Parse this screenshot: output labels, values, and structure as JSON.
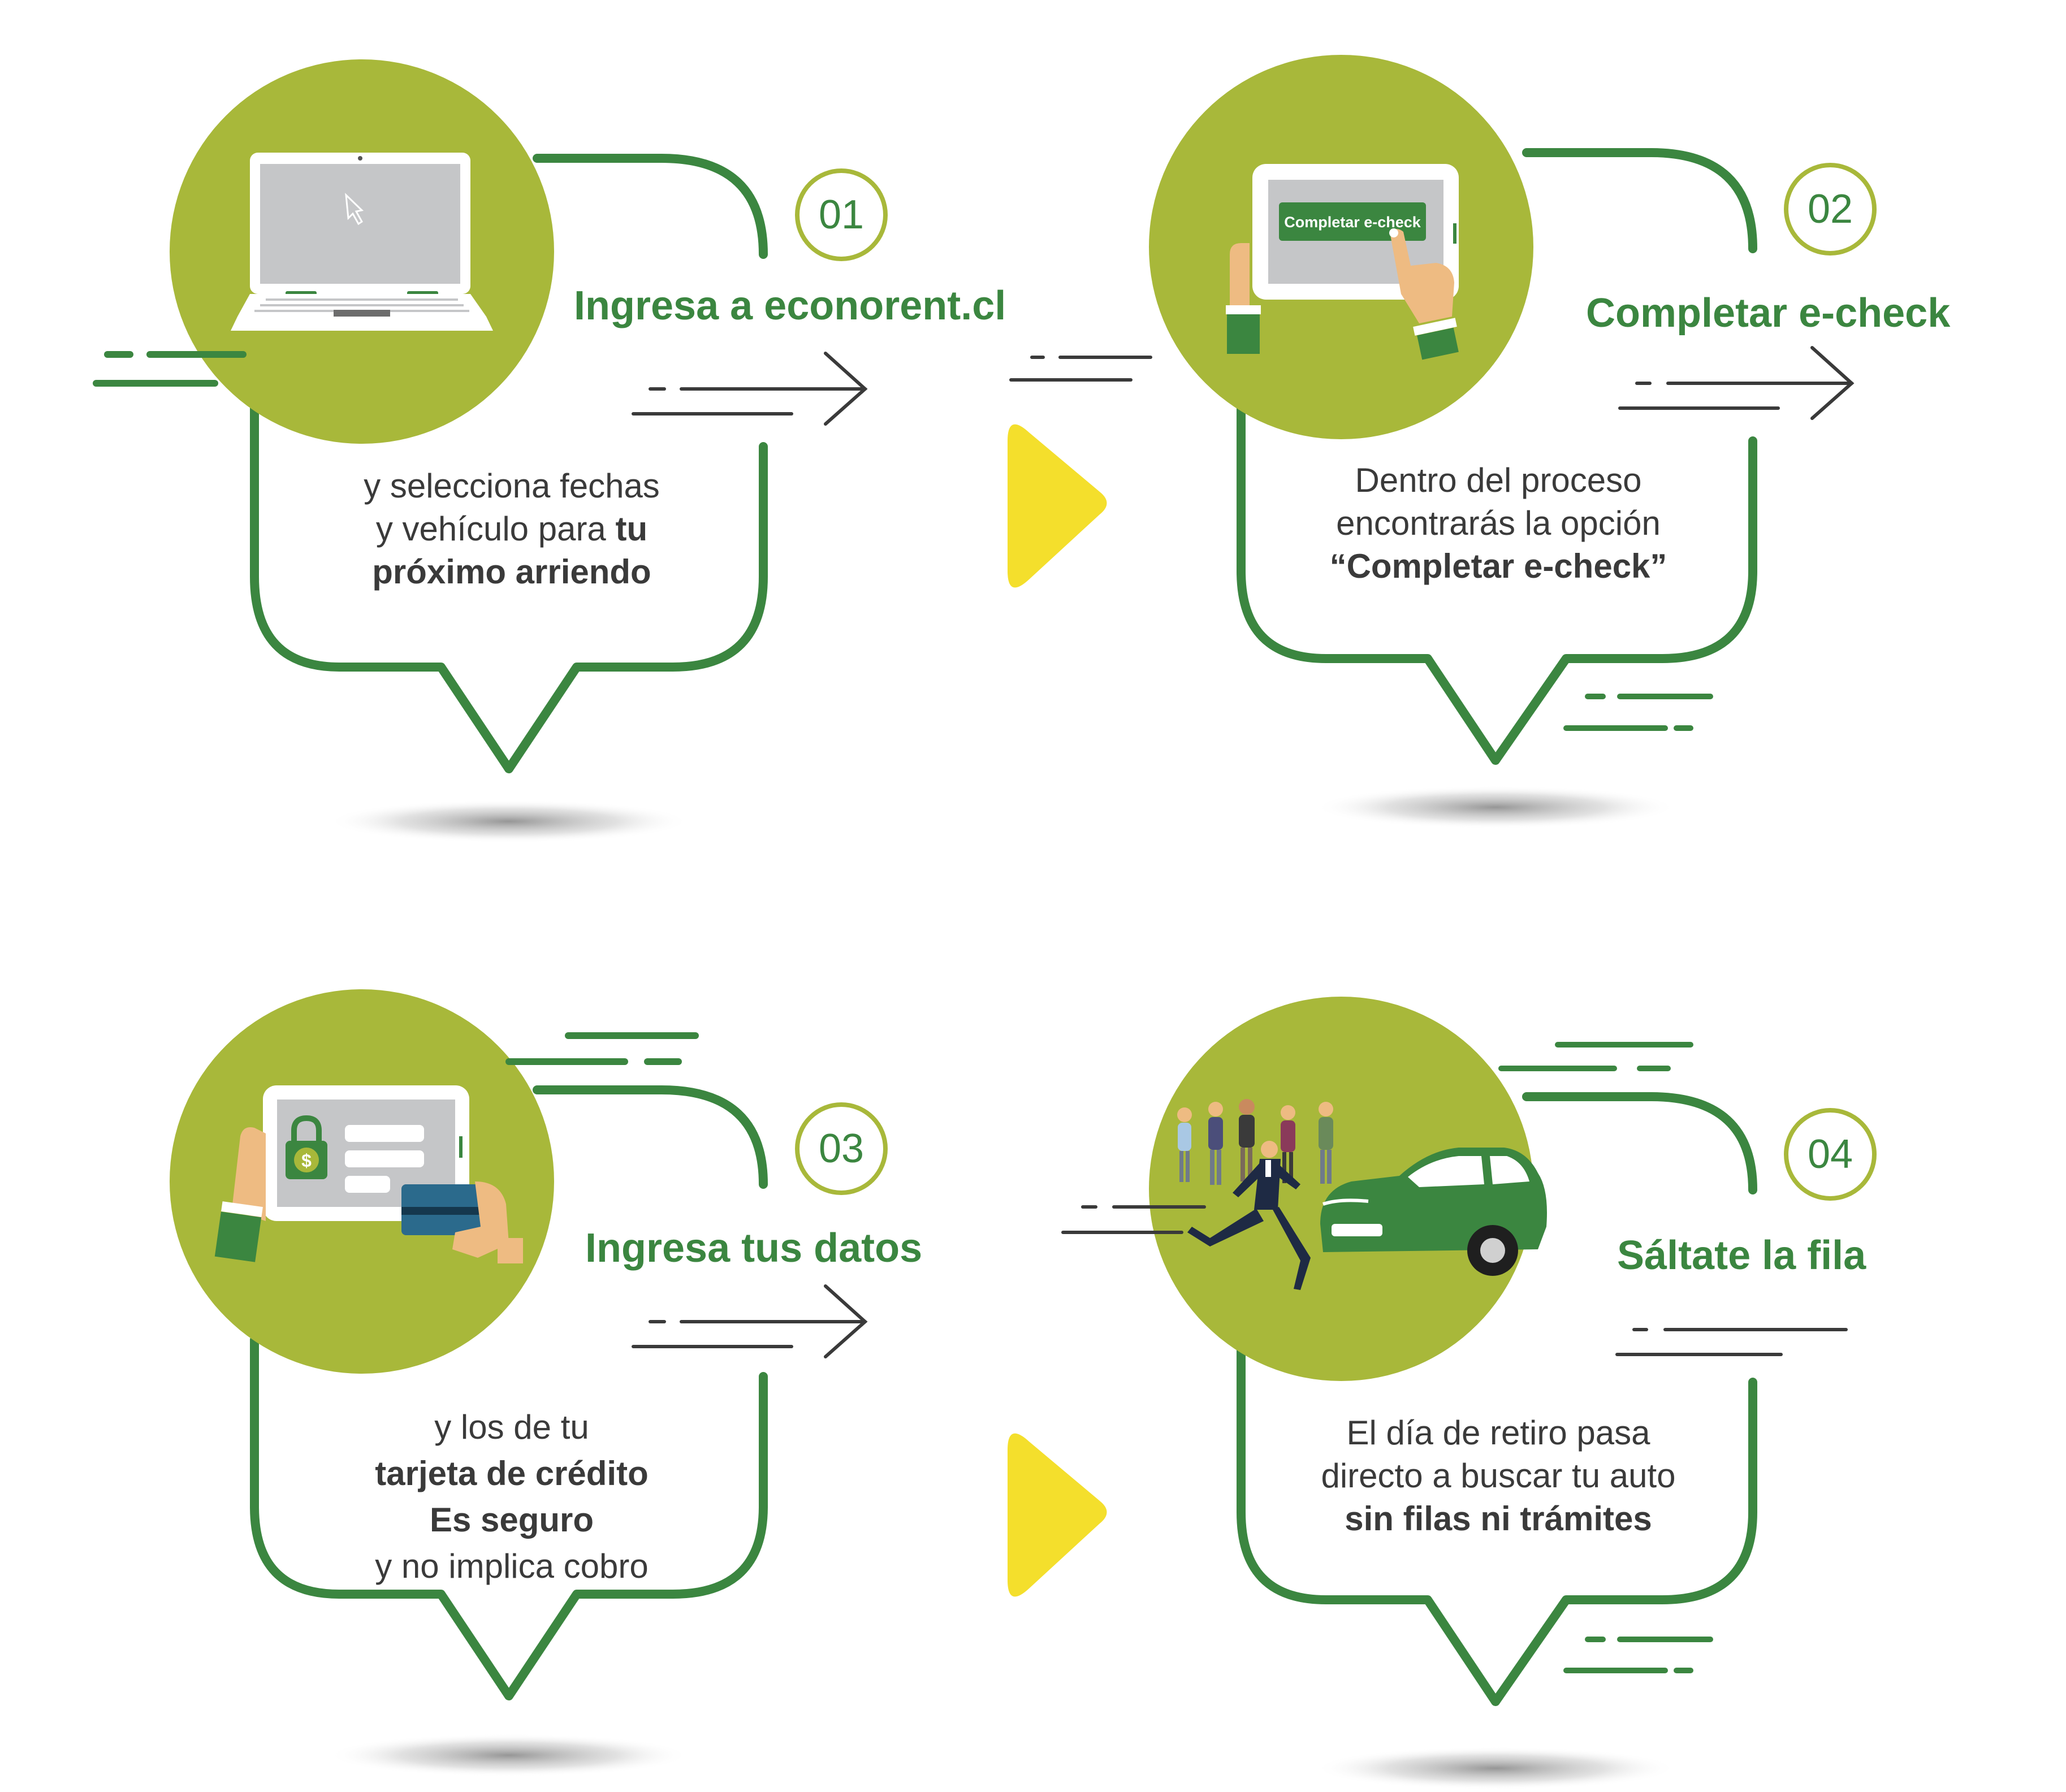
{
  "colors": {
    "green_dark": "#3b8640",
    "green_light": "#a8b83a",
    "yellow": "#f4df2c",
    "line_gray": "#3a3a3a",
    "screen_gray": "#c5c6c8",
    "skin": "#eebb82"
  },
  "steps": [
    {
      "number": "01",
      "title": "Ingresa a econorent.cl",
      "lines": [
        [
          {
            "text": "y selecciona fechas",
            "bold": false
          }
        ],
        [
          {
            "text": "y vehículo para ",
            "bold": false
          },
          {
            "text": "tu",
            "bold": true
          }
        ],
        [
          {
            "text": "próximo arriendo",
            "bold": true
          }
        ]
      ],
      "icon": "laptop-icon"
    },
    {
      "number": "02",
      "title": "Completar e-check",
      "button_label": "Completar e-check",
      "lines": [
        [
          {
            "text": "Dentro del proceso",
            "bold": false
          }
        ],
        [
          {
            "text": "encontrarás la opción",
            "bold": false
          }
        ],
        [
          {
            "text": "“Completar e-check”",
            "bold": true
          }
        ]
      ],
      "icon": "tablet-tap-icon"
    },
    {
      "number": "03",
      "title": "Ingresa tus datos",
      "lines": [
        [
          {
            "text": "y los de tu",
            "bold": false
          }
        ],
        [
          {
            "text": "tarjeta de crédito",
            "bold": true
          }
        ],
        [
          {
            "text": "Es seguro",
            "bold": true
          }
        ],
        [
          {
            "text": "y no implica cobro",
            "bold": false
          }
        ]
      ],
      "icon": "secure-payment-icon"
    },
    {
      "number": "04",
      "title": "Sáltate la fila",
      "lines": [
        [
          {
            "text": "El día de retiro pasa",
            "bold": false
          }
        ],
        [
          {
            "text": "directo a buscar tu auto",
            "bold": false
          }
        ],
        [
          {
            "text": "sin filas ni trámites",
            "bold": true
          }
        ]
      ],
      "icon": "skip-line-car-icon"
    }
  ]
}
